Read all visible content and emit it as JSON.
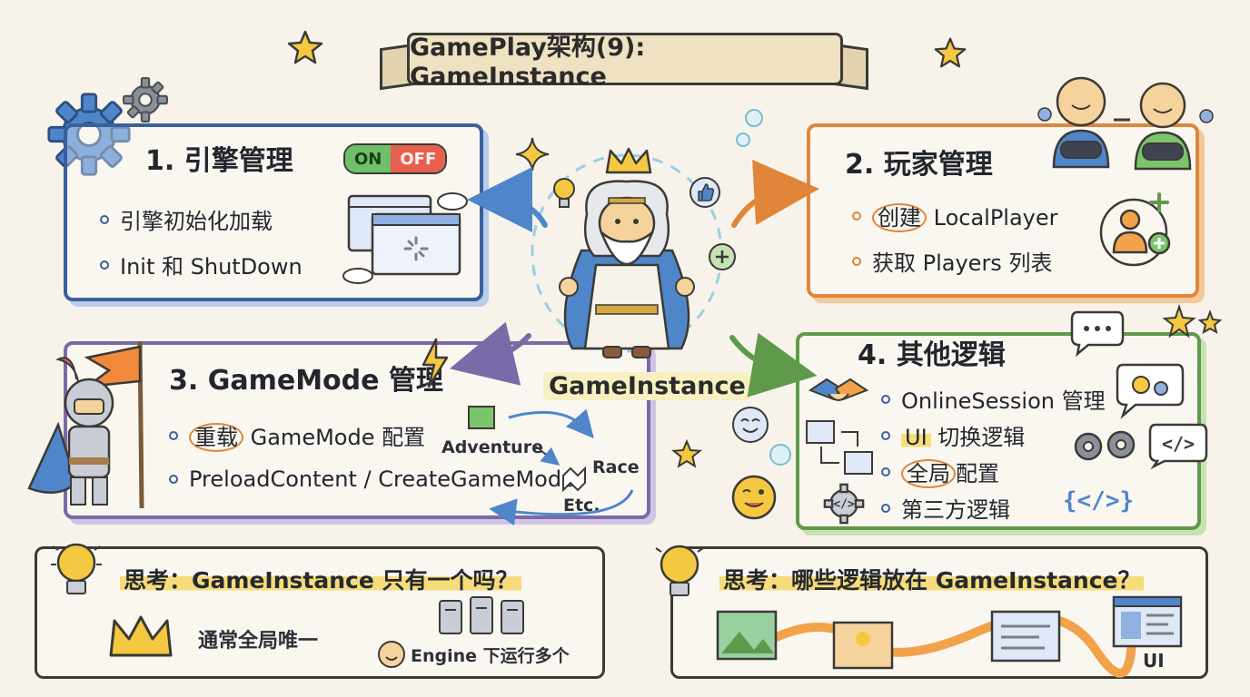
{
  "banner": {
    "title": "GamePlay架构(9): GameInstance"
  },
  "center": {
    "label": "GameInstance"
  },
  "engine": {
    "title": "1. 引擎管理",
    "toggle_on": "ON",
    "toggle_off": "OFF",
    "items": [
      "引擎初始化加载",
      "Init 和 ShutDown"
    ]
  },
  "player": {
    "title": "2. 玩家管理",
    "items": [
      {
        "highlight": "创建",
        "rest": " LocalPlayer"
      },
      {
        "highlight": "",
        "rest": "获取 Players 列表"
      }
    ]
  },
  "mode": {
    "title": "3. GameMode 管理",
    "items": [
      {
        "highlight": "重载",
        "rest": " GameMode 配置"
      },
      {
        "highlight": "",
        "rest": "PreloadContent / CreateGameMode"
      }
    ],
    "labels": {
      "adventure": "Adventure",
      "race": "Race",
      "etc": "Etc."
    }
  },
  "other": {
    "title": "4. 其他逻辑",
    "items": [
      {
        "highlight": "",
        "rest": "OnlineSession 管理"
      },
      {
        "highlight": "UI",
        "rest": " 切换逻辑"
      },
      {
        "highlight": "全局",
        "rest": "配置"
      },
      {
        "highlight": "",
        "rest": "第三方逻辑"
      }
    ]
  },
  "think1": {
    "title": "思考：GameInstance 只有一个吗？",
    "note_left": "通常全局唯一",
    "note_right": "Engine 下运行多个"
  },
  "think2": {
    "title": "思考：哪些逻辑放在 GameInstance？",
    "ui_label": "UI"
  },
  "colors": {
    "engine": "#3a5f9e",
    "player": "#e0853a",
    "mode": "#7b6aa8",
    "other": "#5f9a4a",
    "highlight": "#f6dc7a"
  }
}
